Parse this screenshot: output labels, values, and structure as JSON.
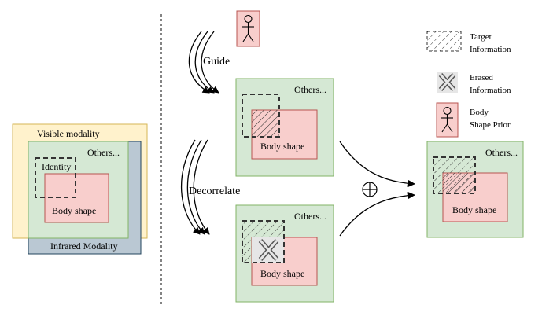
{
  "colors": {
    "visible": "#fff2cc",
    "visible_stroke": "#d6b656",
    "infrared": "#bac8d3",
    "infrared_stroke": "#23445d",
    "others": "#d5e8d4",
    "others_stroke": "#82b366",
    "body": "#f8cecc",
    "body_stroke": "#b85450",
    "erased": "#e6e6e6"
  },
  "left": {
    "visible_label": "Visible modality",
    "infrared_label": "Infrared Modality",
    "others_label": "Others...",
    "identity_label": "Identity",
    "body_label": "Body shape"
  },
  "flow": {
    "guide_label": "Guide",
    "decorrelate_label": "Decorrelate",
    "oplus_symbol": "⊕"
  },
  "panels": {
    "top": {
      "others_label": "Others...",
      "body_label": "Body shape"
    },
    "bottom": {
      "others_label": "Others...",
      "body_label": "Body shape"
    },
    "result": {
      "others_label": "Others...",
      "body_label": "Body shape"
    }
  },
  "legend": {
    "target": [
      "Target",
      "Information"
    ],
    "erased": [
      "Erased",
      "Information"
    ],
    "prior": [
      "Body",
      "Shape Prior"
    ]
  },
  "icons": [
    "stick-figure-icon",
    "erased-x-icon",
    "oplus-icon"
  ]
}
